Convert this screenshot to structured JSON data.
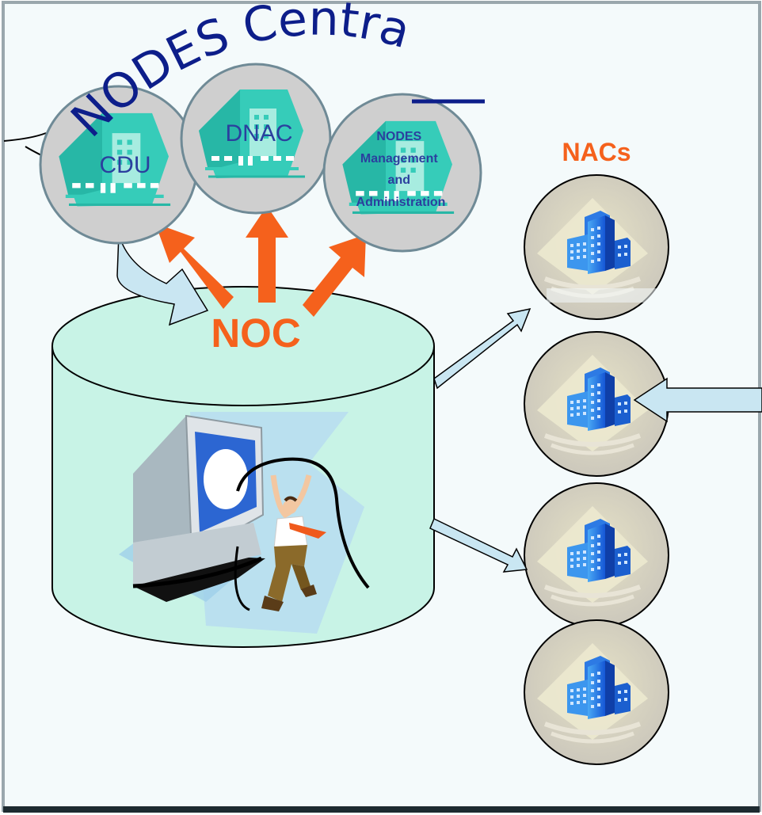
{
  "title": "NODES Centra",
  "central_nodes": [
    {
      "label": "CDU"
    },
    {
      "label": "DNAC"
    },
    {
      "label_lines": [
        "NODES",
        "Management",
        "and",
        "Administration"
      ]
    }
  ],
  "noc_label": "NOC",
  "nacs_label": "NACs",
  "colors": {
    "background": "#f4fafb",
    "frame": "#9aa7ad",
    "arrow_orange": "#f5611c",
    "label_blue": "#2b3f9e",
    "cylinder": "#c8f3e6",
    "arrow_light": "#c9e6f2",
    "teal_node": "#2ec9b8"
  }
}
